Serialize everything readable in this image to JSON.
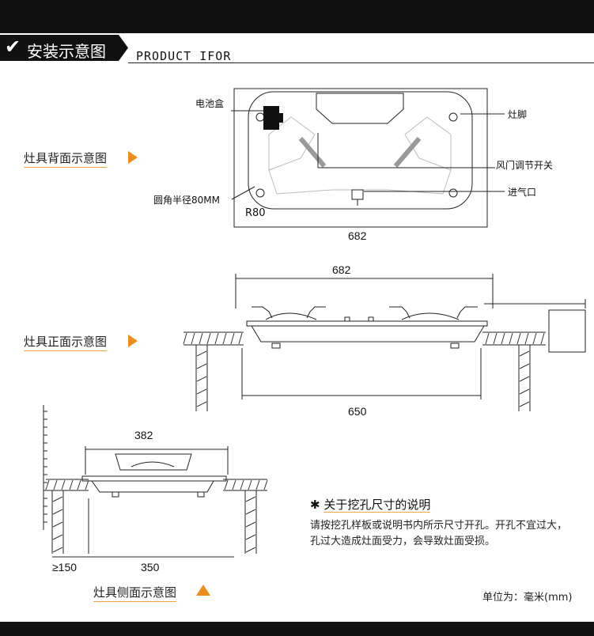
{
  "header": {
    "check_icon": "✔",
    "title": "安装示意图",
    "subtitle": "PRODUCT IFOR"
  },
  "back_view": {
    "title": "灶具背面示意图",
    "label_battery": "电池盒",
    "label_feet": "灶脚",
    "label_damper": "风门调节开关",
    "label_inlet": "进气口",
    "label_radius": "圆角半径80MM",
    "label_r80": "R80",
    "width": "682"
  },
  "front_view": {
    "title": "灶具正面示意图",
    "width_top": "682",
    "width_cutout": "650"
  },
  "side_view": {
    "title": "灶具侧面示意图",
    "depth_top": "382",
    "gap": "≥150",
    "depth_cutout": "350"
  },
  "note": {
    "star": "✱",
    "title": "关于挖孔尺寸的说明",
    "body": "请按挖孔样板或说明书内所示尺寸开孔。开孔不宜过大，孔过大造成灶面受力，会导致灶面受损。"
  },
  "unit_label": "单位为：毫米(mm)",
  "colors": {
    "accent": "#f08c1e",
    "dark": "#111111"
  }
}
